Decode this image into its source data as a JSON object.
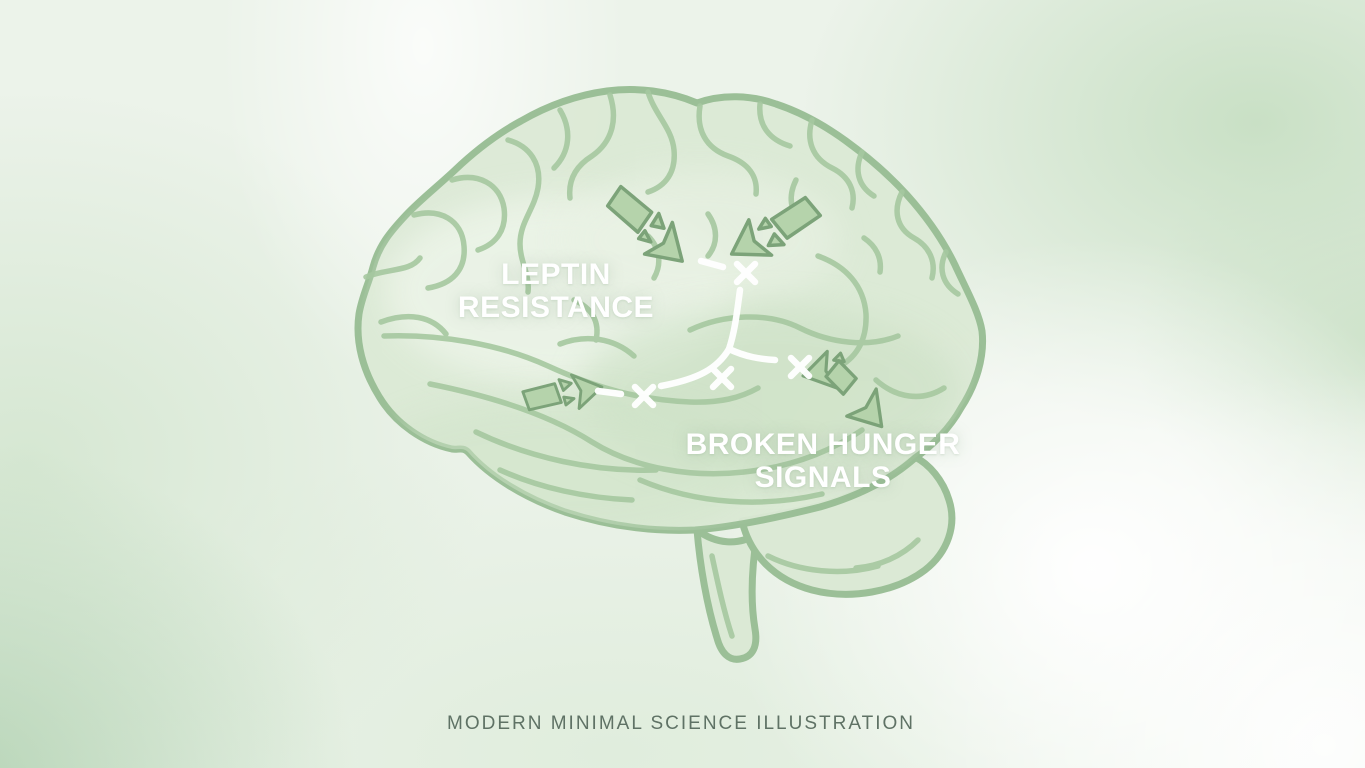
{
  "illustration": {
    "footer_caption": "MODERN MINIMAL SCIENCE ILLUSTRATION",
    "annotations": {
      "leptin": {
        "line1": "LEPTIN",
        "line2": "RESISTANCE"
      },
      "hunger": {
        "line1": "BROKEN HUNGER",
        "line2": "SIGNALS"
      }
    },
    "palette": {
      "background_base": "#ecf3ea",
      "background_blob_green": "#c7dfc3",
      "background_blob_dark_green": "#b4d3b4",
      "background_blob_white": "#ffffff",
      "brain_fill": "#dbe9d5",
      "brain_outline": "#9bbf97",
      "gyri_line": "#a6c8a0",
      "arrow_fill": "#b5d3ab",
      "arrow_outline": "#7ca379",
      "pathway_white": "#ffffff",
      "label_text": "#ffffff",
      "caption_text": "#5f7265"
    },
    "icons": [
      {
        "name": "brain-icon"
      },
      {
        "name": "broken-arrow-icon"
      },
      {
        "name": "x-mark-icon"
      },
      {
        "name": "neural-branch-icon"
      }
    ]
  }
}
